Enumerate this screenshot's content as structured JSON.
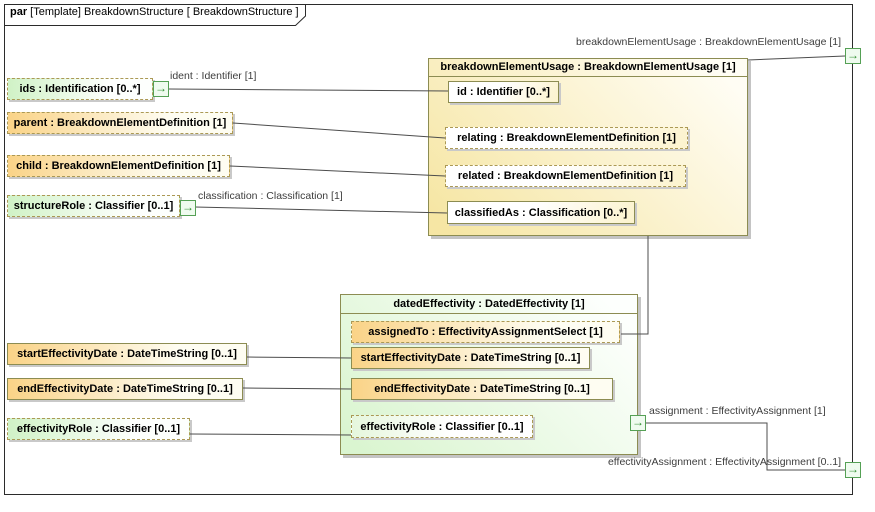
{
  "diagram": {
    "kind": "par",
    "header": " [Template] BreakdownStructure [ BreakdownStructure ]"
  },
  "icons": {
    "flow_port_arrow": "→"
  },
  "colors": {
    "frame_border": "#2b2b2b",
    "connector_line": "#4c4c4c",
    "port_green": "#55a055",
    "yellow_fill": "#fad387",
    "green_fill": "#d0f2c6",
    "solid_border": "#8c8c52",
    "dashed_border": "#ab9955"
  },
  "left_params": [
    {
      "label": "ids : Identification [0..*]"
    },
    {
      "label": "parent : BreakdownElementDefinition [1]"
    },
    {
      "label": "child : BreakdownElementDefinition [1]"
    },
    {
      "label": "structureRole : Classifier [0..1]"
    },
    {
      "label": "startEffectivityDate : DateTimeString [0..1]"
    },
    {
      "label": "endEffectivityDate : DateTimeString [0..1]"
    },
    {
      "label": "effectivityRole : Classifier [0..1]"
    }
  ],
  "blocks": {
    "breakdownElementUsage": {
      "title": "breakdownElementUsage : BreakdownElementUsage [1]",
      "parts": [
        {
          "label": "id : Identifier [0..*]"
        },
        {
          "label": "relating : BreakdownElementDefinition [1]"
        },
        {
          "label": "related : BreakdownElementDefinition [1]"
        },
        {
          "label": "classifiedAs : Classification [0..*]"
        }
      ]
    },
    "datedEffectivity": {
      "title": "datedEffectivity : DatedEffectivity [1]",
      "parts": [
        {
          "label": "assignedTo : EffectivityAssignmentSelect [1]"
        },
        {
          "label": "startEffectivityDate : DateTimeString [0..1]"
        },
        {
          "label": "endEffectivityDate : DateTimeString [0..1]"
        },
        {
          "label": "effectivityRole : Classifier [0..1]"
        }
      ]
    }
  },
  "edge_labels": {
    "ident": "ident : Identifier [1]",
    "classification": "classification : Classification [1]",
    "breakdown_element_usage": "breakdownElementUsage : BreakdownElementUsage [1]",
    "assignment": "assignment : EffectivityAssignment [1]",
    "effectivity_assignment": "effectivityAssignment : EffectivityAssignment [0..1]"
  }
}
